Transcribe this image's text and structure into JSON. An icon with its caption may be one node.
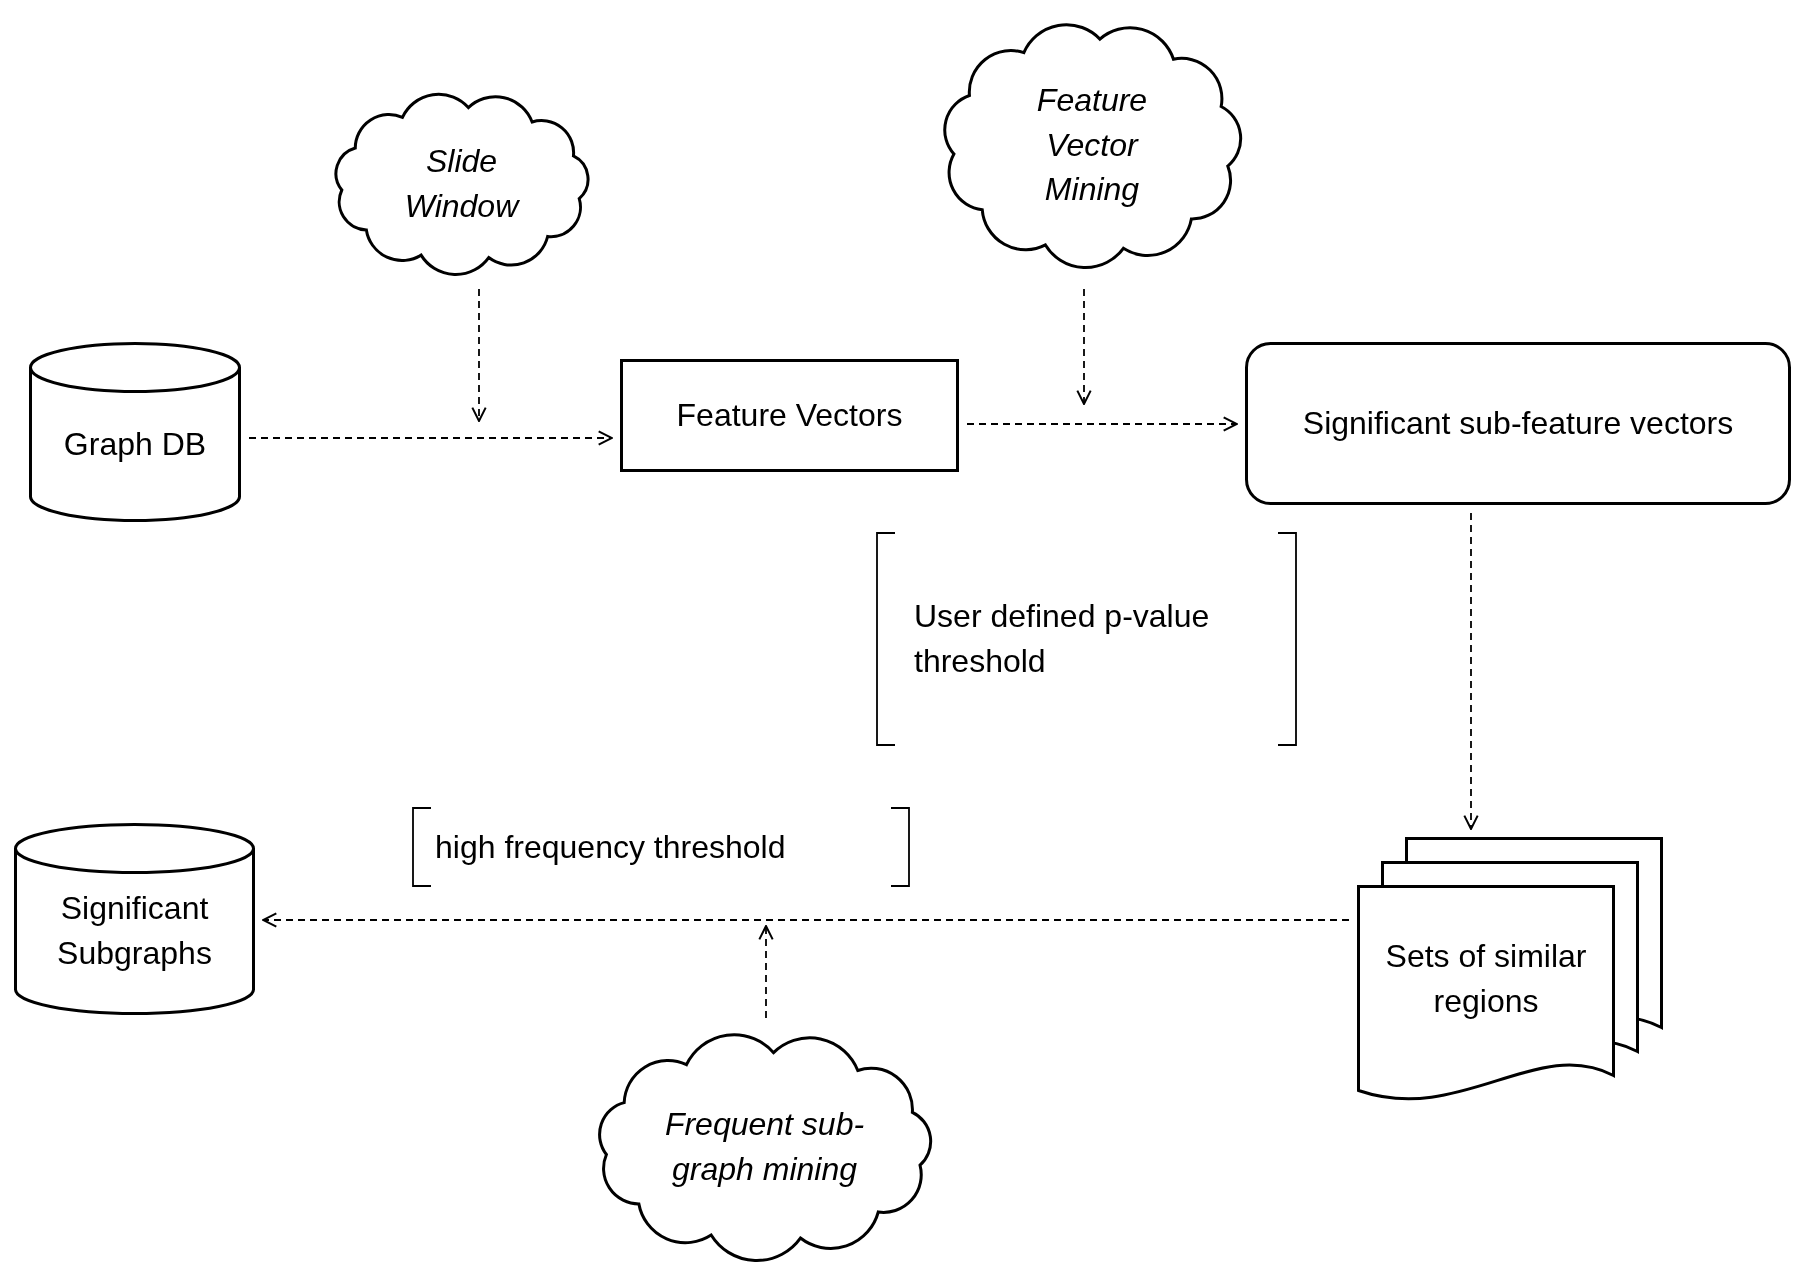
{
  "diagram": {
    "nodes": [
      {
        "text": [
          "Slide Window"
        ]
      },
      {
        "text": [
          "Feature Vector Mining"
        ]
      },
      {
        "text": [
          "Graph DB"
        ]
      },
      {
        "text": [
          "Feature Vectors"
        ]
      },
      {
        "text": [
          "Significant sub-feature vectors"
        ]
      },
      {
        "text": [
          "Significant Subgraphs"
        ]
      },
      {
        "text": [
          "Sets of similar regions"
        ]
      },
      {
        "text": [
          "Frequent sub-graph mining"
        ]
      }
    ],
    "edges": [
      {
        "from": 2,
        "to": 3,
        "arrow": "to",
        "style": "dashed"
      },
      {
        "from": 0,
        "to": null,
        "arrow": "to",
        "style": "dashed"
      },
      {
        "from": 3,
        "to": 4,
        "arrow": "to",
        "style": "dashed"
      },
      {
        "from": 1,
        "to": null,
        "arrow": "to",
        "style": "dashed"
      },
      {
        "from": 4,
        "to": 6,
        "arrow": "to",
        "style": "dashed"
      },
      {
        "from": 6,
        "to": 5,
        "arrow": "to",
        "style": "dashed"
      },
      {
        "from": 7,
        "to": null,
        "arrow": "to",
        "style": "dashed"
      }
    ],
    "labels": [
      "User defined p-value threshold",
      "high frequency threshold"
    ]
  }
}
